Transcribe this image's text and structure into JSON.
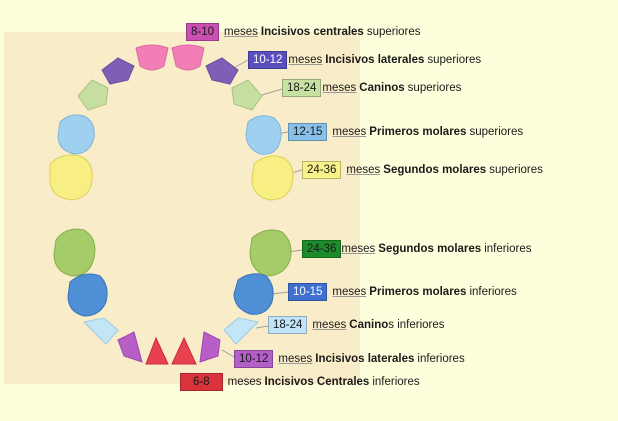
{
  "colors": {
    "background": "#fdffdc",
    "panel": "#f9ecc8",
    "central_upper": "#f27eb6",
    "lateral_upper": "#7d5fb5",
    "canine_upper": "#c6dfa0",
    "first_molar_upper": "#9fd0ef",
    "second_molar_upper": "#f7ef84",
    "second_molar_lower": "#a5cc69",
    "first_molar_lower": "#4f8fd6",
    "canine_lower": "#c3e6f7",
    "lateral_lower": "#b85ec7",
    "central_lower": "#e8414e"
  },
  "labels": [
    {
      "range": "8-10",
      "meses": "meses",
      "bold": "Incisivos centrales",
      "tail": "superiores",
      "badge_color": "#c94fb0",
      "text_color": "#1a1a1a"
    },
    {
      "range": "10-12",
      "meses": "meses",
      "bold": "Incisivos laterales",
      "tail": "superiores",
      "badge_color": "#5a4fbf",
      "text_color": "#ffffff"
    },
    {
      "range": "18-24",
      "meses": "meses",
      "bold": "Caninos",
      "tail": "superiores",
      "badge_color": "#c8e0a2",
      "text_color": "#1a1a1a"
    },
    {
      "range": "12-15",
      "meses": "meses",
      "bold": "Primeros molares",
      "tail": "superiores",
      "badge_color": "#88c0ea",
      "text_color": "#1a1a1a"
    },
    {
      "range": "24-36",
      "meses": "meses",
      "bold": "Segundos molares",
      "tail": "superiores",
      "badge_color": "#f8f08a",
      "text_color": "#1a1a1a"
    },
    {
      "range": "24-36",
      "meses": "meses",
      "bold": "Segundos molares",
      "tail": "inferiores",
      "badge_color": "#1c8c2a",
      "text_color": "#1a1a1a"
    },
    {
      "range": "10-15",
      "meses": "meses",
      "bold": "Primeros molares",
      "tail": "inferiores",
      "badge_color": "#3f6fd0",
      "text_color": "#ffffff"
    },
    {
      "range": "18-24",
      "meses": "meses",
      "bold": "Canino",
      "tail": "s inferiores",
      "badge_color": "#bfe3f7",
      "text_color": "#1a1a1a"
    },
    {
      "range": "10-12",
      "meses": "meses",
      "bold": "Incisivos laterales",
      "tail": "inferiores",
      "badge_color": "#b35ec9",
      "text_color": "#1a1a1a"
    },
    {
      "range": "6-8",
      "meses": "meses",
      "bold": "Incisivos Centrales",
      "tail": "inferiores",
      "badge_color": "#d9333c",
      "text_color": "#1a1a1a"
    }
  ]
}
